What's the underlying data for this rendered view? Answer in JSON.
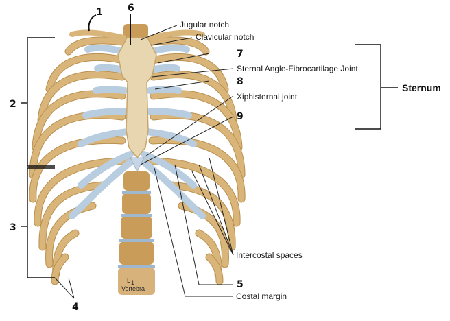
{
  "labels": {
    "jugular_notch": "Jugular notch",
    "clavicular_notch": "Clavicular notch",
    "sternal_angle": "Sternal Angle-Fibrocartilage Joint",
    "xiphisternal_joint": "Xiphisternal joint",
    "intercostal_spaces": "Intercostal spaces",
    "costal_margin": "Costal margin",
    "sternum": "Sternum",
    "vertebra_sub": "1",
    "vertebra": "Vertebra",
    "vertebra_letter": "L"
  },
  "handwritten": {
    "n1": "1",
    "n2": "2",
    "n3": "3",
    "n4": "4",
    "n5": "5",
    "n6": "6",
    "n7": "7",
    "n8": "8",
    "n9": "9"
  },
  "colors": {
    "bone": "#d9b57a",
    "bone_shadow": "#b88f4e",
    "cartilage": "#b9cde0",
    "sternum": "#e8d6b0"
  }
}
